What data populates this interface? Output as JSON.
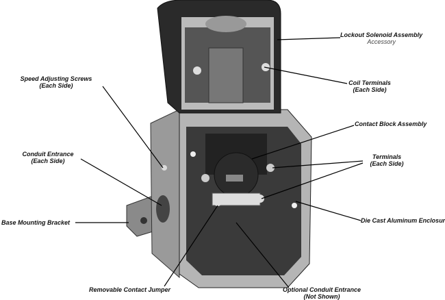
{
  "labels": {
    "lockout": {
      "title": "Lockout Solenoid Assembly",
      "sub": "Accessory"
    },
    "speed": {
      "title": "Speed Adjusting Screws",
      "sub": "(Each Side)"
    },
    "coil": {
      "title": "Coil Terminals",
      "sub": "(Each Side)"
    },
    "contact_block": {
      "title": "Contact Block Assembly"
    },
    "conduit": {
      "title": "Conduit Entrance",
      "sub": "(Each Side)"
    },
    "terminals": {
      "title": "Terminals",
      "sub": "(Each Side)"
    },
    "base": {
      "title": "Base Mounting Bracket"
    },
    "enclosure": {
      "title": "Die Cast Aluminum Enclosure"
    },
    "jumper": {
      "title": "Removable Contact Jumper"
    },
    "optional_conduit": {
      "title": "Optional Conduit Entrance",
      "sub": "(Not Shown)"
    }
  }
}
